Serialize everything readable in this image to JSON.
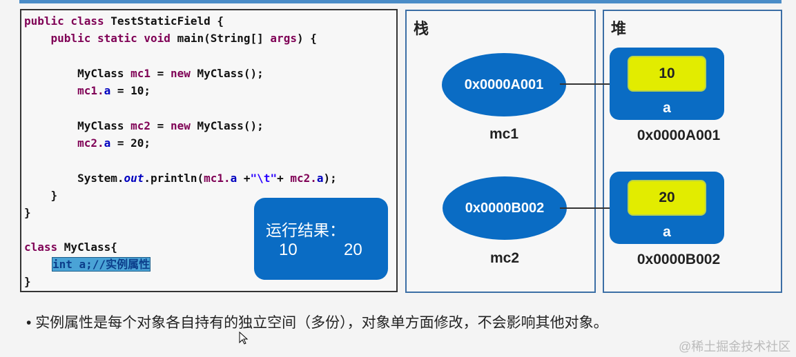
{
  "code": {
    "l1a": "public class ",
    "l1b": "TestStaticField {",
    "l2a": "    public static void ",
    "l2b": "main(String[] ",
    "l2c": "args",
    ") ": "",
    "l2d": ") {",
    "l3a": "        MyClass ",
    "l3b": "mc1",
    " l3": "",
    "l3c": " = ",
    "l3d": "new",
    "l3e": " MyClass();",
    "l4a": "        mc1.",
    "l4b": "a",
    "l4c": " = 10;",
    "l5a": "        MyClass ",
    "l5b": "mc2",
    "l5c": " = ",
    "l5d": "new",
    "l5e": " MyClass();",
    "l6a": "        mc2.",
    "l6b": "a",
    "l6c": " = 20;",
    "l7a": "        System.",
    "l7b": "out",
    "l7c": ".println(",
    "l7d": "mc1.",
    "l7e": "a",
    "l7f": " +",
    "l7g": "\"\\t\"",
    "l7h": "+ ",
    "l7i": "mc2.",
    "l7j": "a",
    "l7k": ");",
    "l8": "    }",
    "l9": "}",
    "l10a": "class ",
    "l10b": "MyClass{",
    "l11": "int a;//实例属性",
    "l12": "}"
  },
  "result": {
    "title": "运行结果：",
    "v1": "10",
    "v2": "20"
  },
  "stack": {
    "title": "栈",
    "refs": [
      {
        "addr": "0x0000A001",
        "name": "mc1"
      },
      {
        "addr": "0x0000B002",
        "name": "mc2"
      }
    ]
  },
  "heap": {
    "title": "堆",
    "objects": [
      {
        "value": "10",
        "field": "a",
        "addr": "0x0000A001"
      },
      {
        "value": "20",
        "field": "a",
        "addr": "0x0000B002"
      }
    ]
  },
  "bullet": "实例属性是每个对象各自持有的独立空间（多份），对象单方面修改，不会影响其他对象。",
  "watermark": "@稀土掘金技术社区",
  "colors": {
    "accent": "#0a6cc4",
    "highlight": "#e2ec00"
  }
}
